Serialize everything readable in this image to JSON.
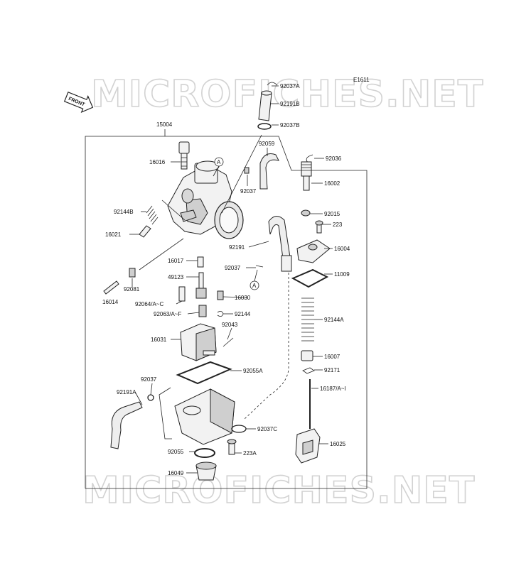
{
  "diagram": {
    "ref_code": "E1611",
    "front_label": "FRONT",
    "callout_letter": "A",
    "watermarks": [
      "MICROFICHES.NET",
      "MICROFICHES.NET"
    ],
    "assembly_label": "15004",
    "part_labels": {
      "p92037a": "92037A",
      "p92191b": "92191B",
      "p92037b": "92037B",
      "p92059": "92059",
      "p92036": "92036",
      "p16016": "16016",
      "p92037": "92037",
      "p16002": "16002",
      "p92144b": "92144B",
      "p92015": "92015",
      "p223": "223",
      "p16021": "16021",
      "p92191": "92191",
      "p16004": "16004",
      "p16017": "16017",
      "p92037_2": "92037",
      "p11009": "11009",
      "p49123": "49123",
      "p92081": "92081",
      "p16014": "16014",
      "p16030": "16030",
      "p92064": "92064/A~C",
      "p92063": "92063/A~F",
      "p92144": "92144",
      "p92144a": "92144A",
      "p92043": "92043",
      "p16031": "16031",
      "p16007": "16007",
      "p92055a": "92055A",
      "p92171": "92171",
      "p92037_3": "92037",
      "p16187": "16187/A~I",
      "p92191a": "92191A",
      "p92037c": "92037C",
      "p16025": "16025",
      "p92055": "92055",
      "p223a": "223A",
      "p16049": "16049"
    }
  }
}
